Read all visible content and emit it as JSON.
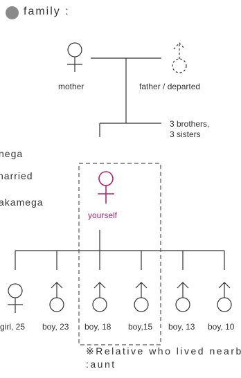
{
  "header": {
    "title": "family :"
  },
  "colors": {
    "accent": "#b0256a",
    "line": "#333333",
    "bullet": "#8a8a8a"
  },
  "parents": {
    "mother_label": "mother",
    "father_label": "father / departed"
  },
  "siblings_note": {
    "line1": "3 brothers,",
    "line2": "3 sisters"
  },
  "side_notes": {
    "line1": "nega",
    "line2": "narried",
    "line3": "akamega"
  },
  "self": {
    "label": "yourself"
  },
  "children": [
    {
      "label": "girl, 25",
      "icon": "female-symbol-icon"
    },
    {
      "label": "boy, 23",
      "icon": "male-symbol-icon"
    },
    {
      "label": "boy, 18",
      "icon": "male-symbol-icon"
    },
    {
      "label": "boy,15",
      "icon": "male-symbol-icon"
    },
    {
      "label": "boy, 13",
      "icon": "male-symbol-icon"
    },
    {
      "label": "boy, 10",
      "icon": "male-symbol-icon"
    }
  ],
  "footnote": {
    "line1": "※Relative who lived nearby",
    "line2": ":aunt"
  }
}
